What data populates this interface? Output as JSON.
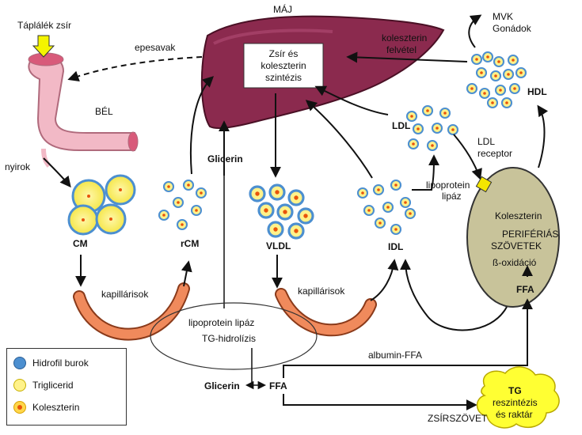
{
  "labels": {
    "dietary_fat": "Táplálék zsír",
    "liver": "MÁJ",
    "liver_synthesis": [
      "Zsír és",
      "koleszterin",
      "szintézis"
    ],
    "bile_acids": "epesavak",
    "intestine": "BÉL",
    "lymph": "nyirok",
    "cm": "CM",
    "rcm": "rCM",
    "vldl": "VLDL",
    "idl": "IDL",
    "ldl": "LDL",
    "hdl": "HDL",
    "glycerol_top": "Glicerin",
    "glycerol_bottom": "Glicerin",
    "ffa_bottom": "FFA",
    "ffa_tissue": "FFA",
    "capillaries_left": "kapillárisok",
    "capillaries_right": "kapillárisok",
    "lipoprotein_lipase_center": "lipoprotein lipáz",
    "tg_hydrolysis": "TG-hidrolízis",
    "lipoprotein_lipase_idl": [
      "lipoprotein",
      "lipáz"
    ],
    "ldl_receptor": [
      "LDL",
      "receptor"
    ],
    "cholesterol_uptake": [
      "koleszterin",
      "felvétel"
    ],
    "mvk_gonads": [
      "MVK",
      "Gonádok"
    ],
    "tissue_cholesterol": "Koleszterin",
    "peripheral_tissues": [
      "PERIFÉRIÁS",
      "SZÖVETEK"
    ],
    "beta_oxidation": "ß-oxidáció",
    "albumin_ffa": "albumin-FFA",
    "adipose_tissue": "ZSÍRSZÖVET",
    "tg_resynthesis": [
      "TG",
      "reszintézis",
      "és raktár"
    ]
  },
  "legend": [
    {
      "label": "Hidrofil burok",
      "swatch": "blue"
    },
    {
      "label": "Triglicerid",
      "swatch": "yellow"
    },
    {
      "label": "Koleszterin",
      "swatch": "cholesterol"
    }
  ],
  "colors": {
    "liver": "#8b2a4e",
    "liver_dark": "#5a1530",
    "intestine": "#f2b9c6",
    "capillary": "#f08a5c",
    "tissue": "#c8c39a",
    "tg_blob": "#ffff33",
    "particle_shell": "#4c8fd0",
    "particle_core": "#fff28a",
    "cholesterol_dot": "#e8540a"
  }
}
